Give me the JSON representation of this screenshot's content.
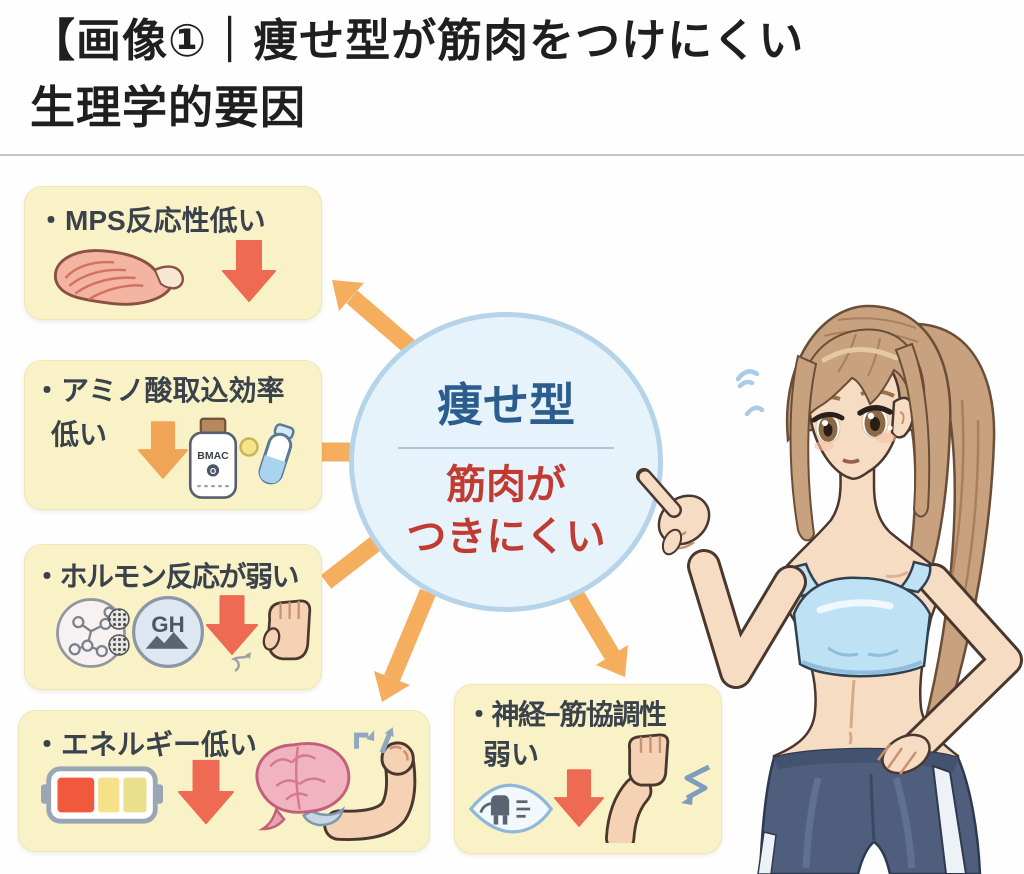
{
  "title": {
    "line1": "【画像①｜痩せ型が筋肉をつけにくい",
    "line2": "生理学的要因"
  },
  "center_circle": {
    "heading": "痩せ型",
    "sub_line1": "筋肉が",
    "sub_line2": "つきにくい"
  },
  "factors": [
    {
      "label": "・MPS反応性低い"
    },
    {
      "label": "・アミノ酸取込効率",
      "label2": "低い",
      "bottle_label": "BMAC",
      "bottle_sub": "O"
    },
    {
      "label": "・ホルモン反応が弱い",
      "gh_label": "GH"
    },
    {
      "label": "・エネルギー低い"
    },
    {
      "label": "・神経−筋協調性",
      "label2": "弱い"
    }
  ],
  "colors": {
    "box_bg": "#F9F2C7",
    "connector_orange": "#F5AE5E",
    "down_arrow_red": "#EE6A52",
    "down_arrow_orange": "#F0A455",
    "circle_bg": "#E7F3FB",
    "circle_border": "#B5D3E9",
    "heading_blue": "#2B5E8E",
    "alert_red": "#C23B33",
    "box_text": "#3A424C",
    "title_text": "#1F1F1F"
  }
}
